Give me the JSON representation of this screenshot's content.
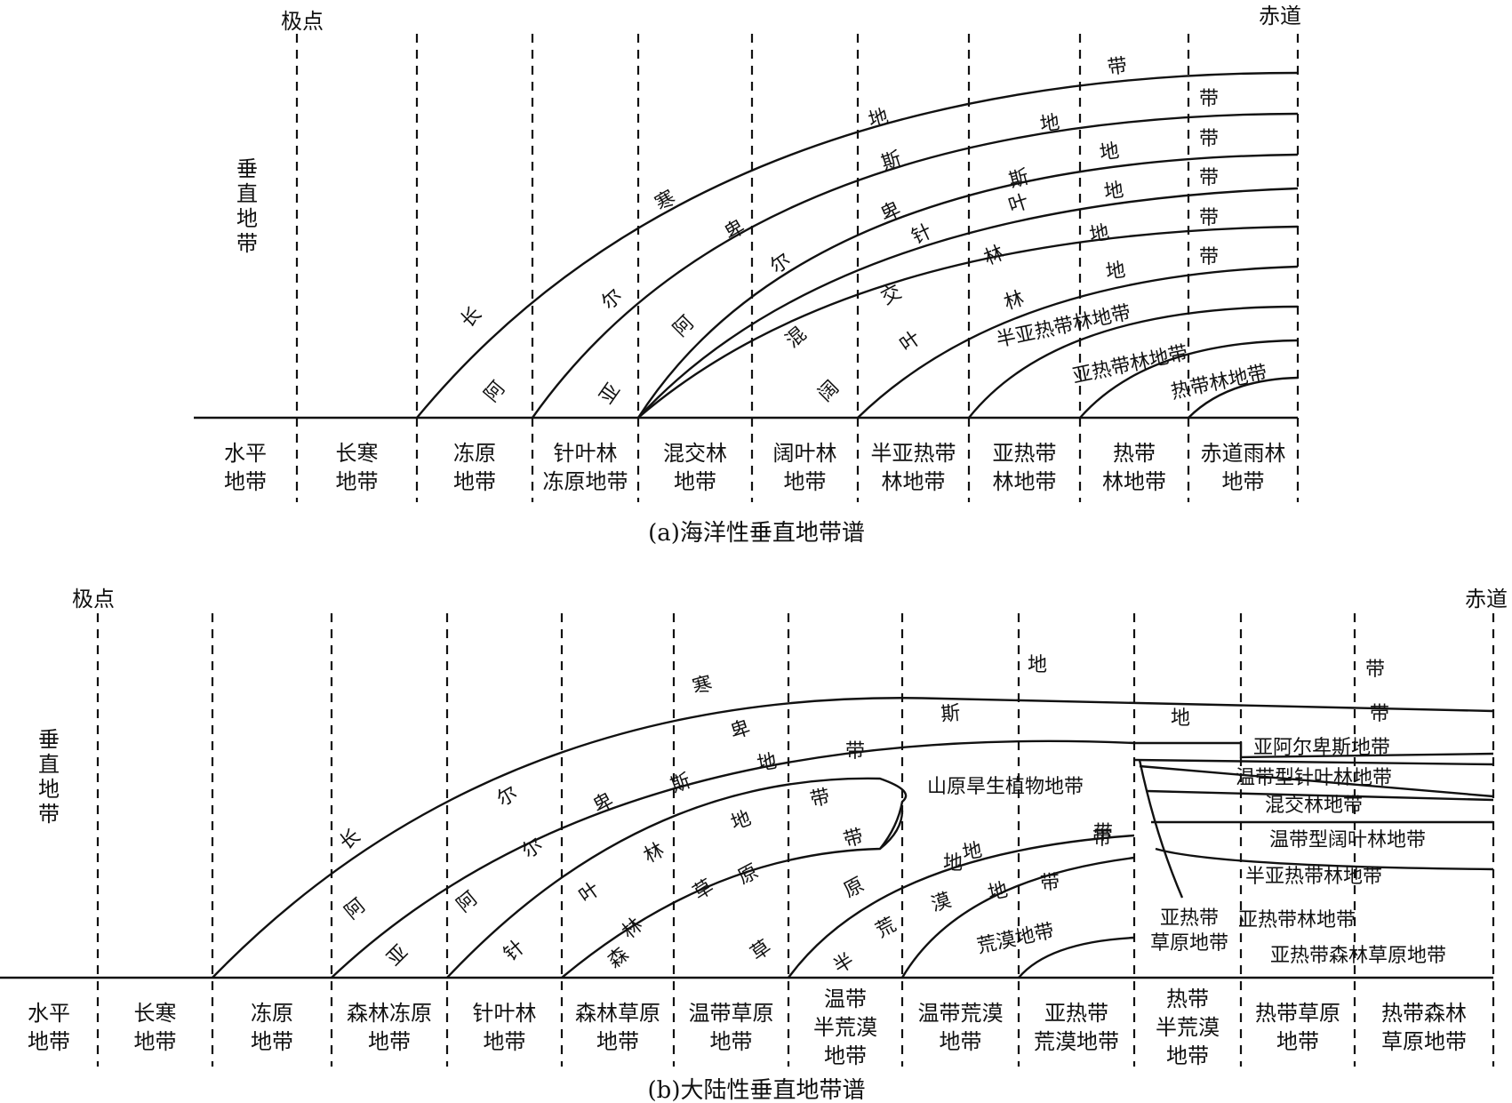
{
  "panels": [
    {
      "id": "a",
      "caption": "(a)海洋性垂直地带谱",
      "pole_label": "极点",
      "equator_label": "赤道",
      "axis_label": [
        "垂",
        "直",
        "地",
        "带"
      ],
      "horizontal_zones": [
        {
          "lines": [
            "水平",
            "地带"
          ]
        },
        {
          "lines": [
            "长寒",
            "地带"
          ]
        },
        {
          "lines": [
            "冻原",
            "地带"
          ]
        },
        {
          "lines": [
            "针叶林",
            "冻原地带"
          ]
        },
        {
          "lines": [
            "混交林",
            "地带"
          ]
        },
        {
          "lines": [
            "阔叶林",
            "地带"
          ]
        },
        {
          "lines": [
            "半亚热带",
            "林地带"
          ]
        },
        {
          "lines": [
            "亚热带",
            "林地带"
          ]
        },
        {
          "lines": [
            "热带",
            "林地带"
          ]
        },
        {
          "lines": [
            "赤道雨林",
            "地带"
          ]
        }
      ],
      "belt_labels": [
        {
          "text": "长"
        },
        {
          "text": "寒"
        },
        {
          "text": "地"
        },
        {
          "text": "带"
        },
        {
          "text": "阿"
        },
        {
          "text": "尔"
        },
        {
          "text": "卑"
        },
        {
          "text": "斯"
        },
        {
          "text": "地"
        },
        {
          "text": "带"
        },
        {
          "text": "亚"
        },
        {
          "text": "阿"
        },
        {
          "text": "尔"
        },
        {
          "text": "卑"
        },
        {
          "text": "斯"
        },
        {
          "text": "地"
        },
        {
          "text": "带"
        },
        {
          "text": "混"
        },
        {
          "text": "交"
        },
        {
          "text": "针"
        },
        {
          "text": "叶"
        },
        {
          "text": "地"
        },
        {
          "text": "带"
        },
        {
          "text": "阔"
        },
        {
          "text": "叶"
        },
        {
          "text": "林"
        },
        {
          "text": "地"
        },
        {
          "text": "带"
        },
        {
          "text": "林"
        },
        {
          "text": "地"
        },
        {
          "text": "带"
        },
        {
          "text": "半亚热带林地带"
        },
        {
          "text": "亚热带林地带"
        },
        {
          "text": "热带林地带"
        }
      ]
    },
    {
      "id": "b",
      "caption": "(b)大陆性垂直地带谱",
      "pole_label": "极点",
      "equator_label": "赤道",
      "axis_label": [
        "垂",
        "直",
        "地",
        "带"
      ],
      "horizontal_zones": [
        {
          "lines": [
            "水平",
            "地带"
          ]
        },
        {
          "lines": [
            "长寒",
            "地带"
          ]
        },
        {
          "lines": [
            "冻原",
            "地带"
          ]
        },
        {
          "lines": [
            "森林冻原",
            "地带"
          ]
        },
        {
          "lines": [
            "针叶林",
            "地带"
          ]
        },
        {
          "lines": [
            "森林草原",
            "地带"
          ]
        },
        {
          "lines": [
            "温带草原",
            "地带"
          ]
        },
        {
          "lines": [
            "温带",
            "半荒漠",
            "地带"
          ]
        },
        {
          "lines": [
            "温带荒漠",
            "地带"
          ]
        },
        {
          "lines": [
            "亚热带",
            "荒漠地带"
          ]
        },
        {
          "lines": [
            "热带",
            "半荒漠",
            "地带"
          ]
        },
        {
          "lines": [
            "热带草原",
            "地带"
          ]
        },
        {
          "lines": [
            "热带森林",
            "草原地带"
          ]
        }
      ],
      "belt_labels": [
        {
          "text": "长"
        },
        {
          "text": "寒"
        },
        {
          "text": "地"
        },
        {
          "text": "带"
        },
        {
          "text": "阿"
        },
        {
          "text": "尔"
        },
        {
          "text": "卑"
        },
        {
          "text": "斯"
        },
        {
          "text": "地"
        },
        {
          "text": "带"
        },
        {
          "text": "亚"
        },
        {
          "text": "阿"
        },
        {
          "text": "尔"
        },
        {
          "text": "卑"
        },
        {
          "text": "斯"
        },
        {
          "text": "地"
        },
        {
          "text": "带"
        },
        {
          "text": "针"
        },
        {
          "text": "叶"
        },
        {
          "text": "林"
        },
        {
          "text": "地"
        },
        {
          "text": "带"
        },
        {
          "text": "森"
        },
        {
          "text": "林"
        },
        {
          "text": "草"
        },
        {
          "text": "原"
        },
        {
          "text": "带"
        },
        {
          "text": "草"
        },
        {
          "text": "原"
        },
        {
          "text": "地"
        },
        {
          "text": "带"
        },
        {
          "text": "半"
        },
        {
          "text": "荒"
        },
        {
          "text": "漠"
        },
        {
          "text": "地"
        },
        {
          "text": "带"
        },
        {
          "text": "荒漠地带"
        },
        {
          "text": "山原旱生植物地带"
        },
        {
          "text": "亚阿尔卑斯地带"
        },
        {
          "text": "温带型针叶林地带"
        },
        {
          "text": "混交林地带"
        },
        {
          "text": "温带型阔叶林地带"
        },
        {
          "text": "半亚热带林地带"
        },
        {
          "text": "亚热带林地带"
        },
        {
          "text": "亚热带森林草原地带"
        },
        {
          "text": "亚热带"
        },
        {
          "text": "草原地带"
        },
        {
          "text": "地"
        },
        {
          "text": "带"
        }
      ]
    }
  ]
}
